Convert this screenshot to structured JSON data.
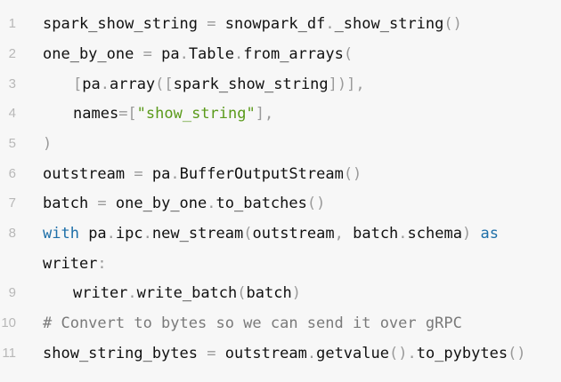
{
  "lines": [
    {
      "num": "1",
      "indent": false,
      "tokens": [
        {
          "t": "spark_show_string",
          "k": "plain"
        },
        {
          "t": " = ",
          "k": "punc"
        },
        {
          "t": "snowpark_df",
          "k": "plain"
        },
        {
          "t": ".",
          "k": "punc"
        },
        {
          "t": "_show_string",
          "k": "plain"
        },
        {
          "t": "()",
          "k": "punc"
        }
      ]
    },
    {
      "num": "2",
      "indent": false,
      "tokens": [
        {
          "t": "one_by_one",
          "k": "plain"
        },
        {
          "t": " = ",
          "k": "punc"
        },
        {
          "t": "pa",
          "k": "plain"
        },
        {
          "t": ".",
          "k": "punc"
        },
        {
          "t": "Table",
          "k": "plain"
        },
        {
          "t": ".",
          "k": "punc"
        },
        {
          "t": "from_arrays",
          "k": "plain"
        },
        {
          "t": "(",
          "k": "punc"
        }
      ]
    },
    {
      "num": "3",
      "indent": true,
      "tokens": [
        {
          "t": "[",
          "k": "punc"
        },
        {
          "t": "pa",
          "k": "plain"
        },
        {
          "t": ".",
          "k": "punc"
        },
        {
          "t": "array",
          "k": "plain"
        },
        {
          "t": "([",
          "k": "punc"
        },
        {
          "t": "spark_show_string",
          "k": "plain"
        },
        {
          "t": "])],",
          "k": "punc"
        }
      ]
    },
    {
      "num": "4",
      "indent": true,
      "tokens": [
        {
          "t": "names",
          "k": "plain"
        },
        {
          "t": "=[",
          "k": "punc"
        },
        {
          "t": "\"show_string\"",
          "k": "str"
        },
        {
          "t": "],",
          "k": "punc"
        }
      ]
    },
    {
      "num": "5",
      "indent": false,
      "tokens": [
        {
          "t": ")",
          "k": "punc"
        }
      ]
    },
    {
      "num": "6",
      "indent": false,
      "tokens": [
        {
          "t": "outstream",
          "k": "plain"
        },
        {
          "t": " = ",
          "k": "punc"
        },
        {
          "t": "pa",
          "k": "plain"
        },
        {
          "t": ".",
          "k": "punc"
        },
        {
          "t": "BufferOutputStream",
          "k": "plain"
        },
        {
          "t": "()",
          "k": "punc"
        }
      ]
    },
    {
      "num": "7",
      "indent": false,
      "tokens": [
        {
          "t": "batch",
          "k": "plain"
        },
        {
          "t": " = ",
          "k": "punc"
        },
        {
          "t": "one_by_one",
          "k": "plain"
        },
        {
          "t": ".",
          "k": "punc"
        },
        {
          "t": "to_batches",
          "k": "plain"
        },
        {
          "t": "()",
          "k": "punc"
        }
      ]
    },
    {
      "num": "8",
      "indent": false,
      "tokens": [
        {
          "t": "with",
          "k": "kw"
        },
        {
          "t": " pa",
          "k": "plain"
        },
        {
          "t": ".",
          "k": "punc"
        },
        {
          "t": "ipc",
          "k": "plain"
        },
        {
          "t": ".",
          "k": "punc"
        },
        {
          "t": "new_stream",
          "k": "plain"
        },
        {
          "t": "(",
          "k": "punc"
        },
        {
          "t": "outstream",
          "k": "plain"
        },
        {
          "t": ", ",
          "k": "punc"
        },
        {
          "t": "batch",
          "k": "plain"
        },
        {
          "t": ".",
          "k": "punc"
        },
        {
          "t": "schema",
          "k": "plain"
        },
        {
          "t": ") ",
          "k": "punc"
        },
        {
          "t": "as",
          "k": "kw"
        }
      ]
    },
    {
      "num": "",
      "indent": false,
      "tokens": [
        {
          "t": "writer",
          "k": "plain"
        },
        {
          "t": ":",
          "k": "punc"
        }
      ]
    },
    {
      "num": "9",
      "indent": true,
      "tokens": [
        {
          "t": "writer",
          "k": "plain"
        },
        {
          "t": ".",
          "k": "punc"
        },
        {
          "t": "write_batch",
          "k": "plain"
        },
        {
          "t": "(",
          "k": "punc"
        },
        {
          "t": "batch",
          "k": "plain"
        },
        {
          "t": ")",
          "k": "punc"
        }
      ]
    },
    {
      "num": "10",
      "indent": false,
      "tokens": [
        {
          "t": "# Convert to bytes so we can send it over gRPC",
          "k": "cmt"
        }
      ]
    },
    {
      "num": "11",
      "indent": false,
      "tokens": [
        {
          "t": "show_string_bytes",
          "k": "plain"
        },
        {
          "t": " = ",
          "k": "punc"
        },
        {
          "t": "outstream",
          "k": "plain"
        },
        {
          "t": ".",
          "k": "punc"
        },
        {
          "t": "getvalue",
          "k": "plain"
        },
        {
          "t": "().",
          "k": "punc"
        },
        {
          "t": "to_pybytes",
          "k": "plain"
        },
        {
          "t": "()",
          "k": "punc"
        }
      ]
    }
  ]
}
